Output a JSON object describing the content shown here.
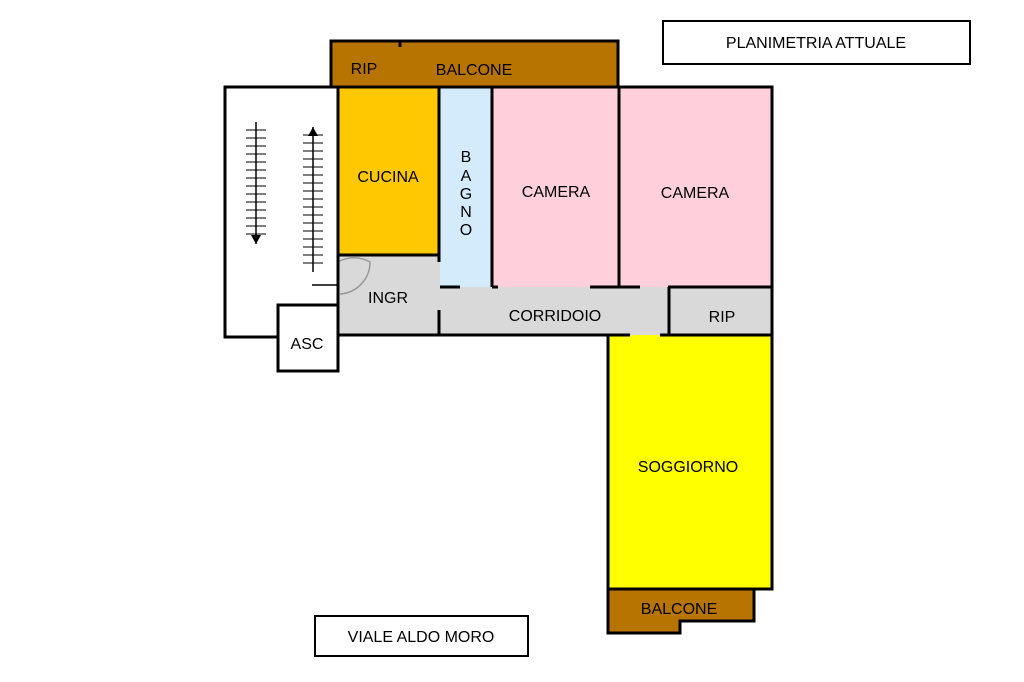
{
  "title": "PLANIMETRIA ATTUALE",
  "street": "VIALE ALDO MORO",
  "rooms": {
    "rip_top": "RIP",
    "balcone_top": "BALCONE",
    "cucina": "CUCINA",
    "bagno": [
      "B",
      "A",
      "G",
      "N",
      "O"
    ],
    "camera_1": "CAMERA",
    "camera_2": "CAMERA",
    "ingr": "INGR",
    "corridoio": "CORRIDOIO",
    "rip_mid": "RIP",
    "asc": "ASC",
    "soggiorno": "SOGGIORNO",
    "balcone_bottom": "BALCONE"
  },
  "colors": {
    "balcone": "#b87400",
    "cucina": "#ffc800",
    "bagno": "#d4ebfb",
    "camera": "#ffd0dc",
    "corridoio": "#d9d9d9",
    "soggiorno": "#ffff00",
    "wall": "#000000"
  }
}
